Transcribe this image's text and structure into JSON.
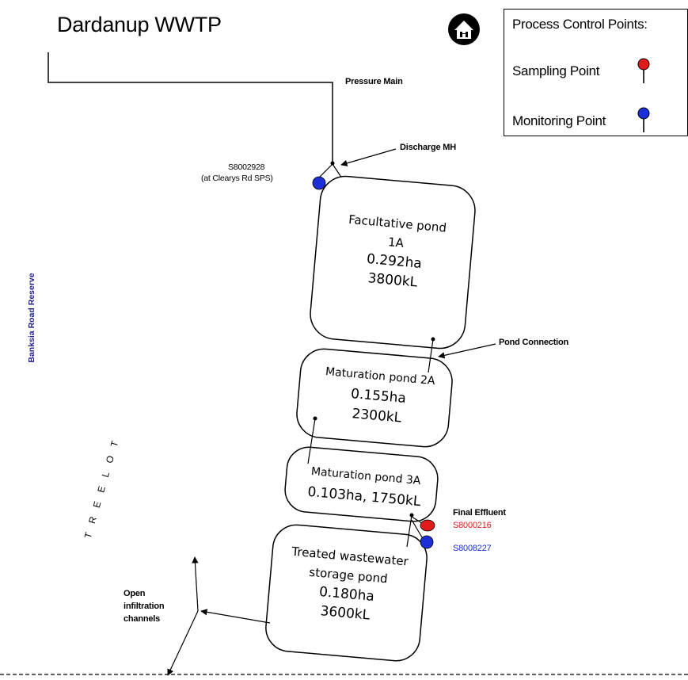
{
  "title": "Dardanup WWTP",
  "legend": {
    "heading": "Process Control Points:",
    "sampling_label": "Sampling Point",
    "monitoring_label": "Monitoring Point",
    "sampling_color": "#e01b1b",
    "monitoring_color": "#1a2fd6"
  },
  "labels": {
    "pressure_main": "Pressure Main",
    "discharge_mh": "Discharge MH",
    "s8002928_id": "S8002928",
    "s8002928_loc": "(at Clearys Rd SPS)",
    "pond_connection": "Pond Connection",
    "final_effluent": "Final Effluent",
    "s8000216": "S8000216",
    "s8008227": "S8008227",
    "open_channels_1": "Open",
    "open_channels_2": "infiltration",
    "open_channels_3": "channels",
    "banksia": "Banksia Road Reserve",
    "tree_lot": "TREELOT"
  },
  "ponds": [
    {
      "name_1": "Facultative pond",
      "name_2": "1A",
      "area": "0.292ha",
      "volume": "3800kL"
    },
    {
      "name_1": "Maturation pond 2A",
      "area": "0.155ha",
      "volume": "2300kL"
    },
    {
      "name_1": "Maturation pond 3A",
      "area_volume": "0.103ha, 1750kL"
    },
    {
      "name_1": "Treated wastewater",
      "name_2": "storage pond",
      "area": "0.180ha",
      "volume": "3600kL"
    }
  ],
  "icons": {
    "home": "home-icon",
    "sampling": "red-pin-icon",
    "monitoring": "blue-pin-icon"
  }
}
